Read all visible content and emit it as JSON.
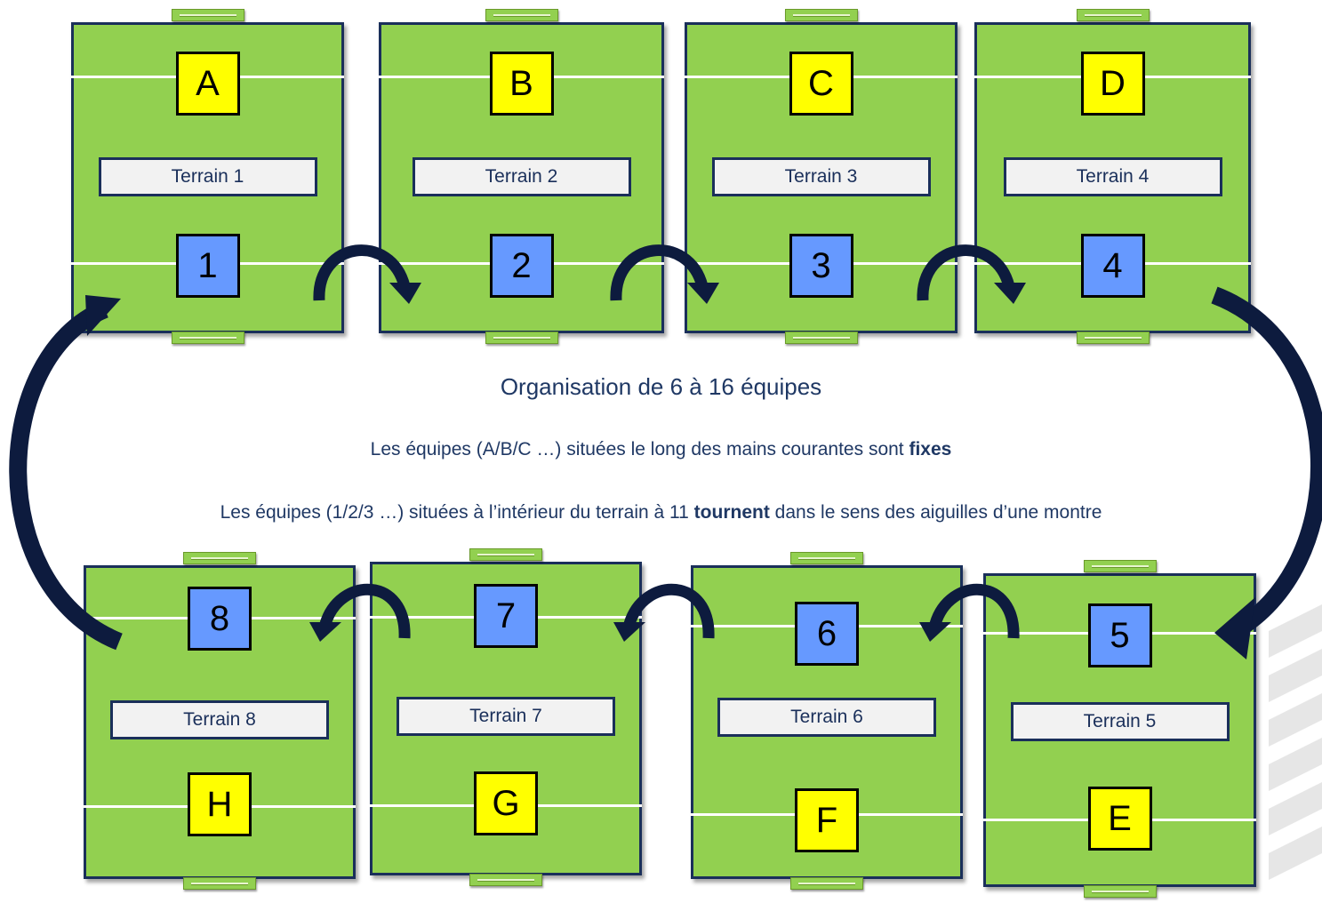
{
  "fields": [
    {
      "id": 1,
      "label": "Terrain 1",
      "fixed_team": "A",
      "rotating_team": "1"
    },
    {
      "id": 2,
      "label": "Terrain 2",
      "fixed_team": "B",
      "rotating_team": "2"
    },
    {
      "id": 3,
      "label": "Terrain 3",
      "fixed_team": "C",
      "rotating_team": "3"
    },
    {
      "id": 4,
      "label": "Terrain 4",
      "fixed_team": "D",
      "rotating_team": "4"
    },
    {
      "id": 5,
      "label": "Terrain 5",
      "fixed_team": "E",
      "rotating_team": "5"
    },
    {
      "id": 6,
      "label": "Terrain 6",
      "fixed_team": "F",
      "rotating_team": "6"
    },
    {
      "id": 7,
      "label": "Terrain 7",
      "fixed_team": "G",
      "rotating_team": "7"
    },
    {
      "id": 8,
      "label": "Terrain 8",
      "fixed_team": "H",
      "rotating_team": "8"
    }
  ],
  "title": "Organisation de  6 à 16 équipes",
  "line1": {
    "text": "Les équipes (A/B/C  …) situées le long des mains courantes sont ",
    "bold": "fixes"
  },
  "line2": {
    "before": "Les équipes  (1/2/3 …) situées à l’intérieur du terrain à 11 ",
    "bold": "tournent",
    "after": " dans le sens des aiguilles d’une montre"
  },
  "colors": {
    "field": "#92d050",
    "border": "#1a2f5a",
    "fixed_team": "#ffff00",
    "rotating_team": "#6699ff",
    "label_bg": "#f2f2f2",
    "text": "#1f3864",
    "arrow": "#0d1b3e"
  }
}
